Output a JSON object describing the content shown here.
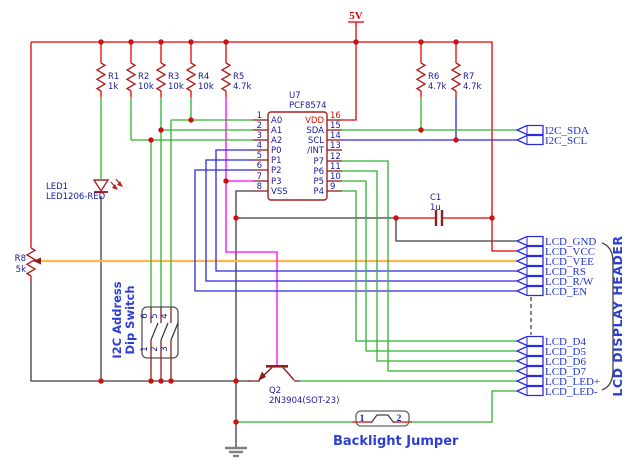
{
  "power": {
    "label": "5V"
  },
  "components": {
    "ic": {
      "ref": "U7",
      "part": "PCF8574",
      "left_pins": [
        {
          "num": "1",
          "name": "A0"
        },
        {
          "num": "2",
          "name": "A1"
        },
        {
          "num": "3",
          "name": "A2"
        },
        {
          "num": "4",
          "name": "P0"
        },
        {
          "num": "5",
          "name": "P1"
        },
        {
          "num": "6",
          "name": "P2"
        },
        {
          "num": "7",
          "name": "P3"
        },
        {
          "num": "8",
          "name": "VSS"
        }
      ],
      "right_pins": [
        {
          "num": "16",
          "name": "VDD"
        },
        {
          "num": "15",
          "name": "SDA"
        },
        {
          "num": "14",
          "name": "SCL"
        },
        {
          "num": "13",
          "name": "/INT"
        },
        {
          "num": "12",
          "name": "P7"
        },
        {
          "num": "11",
          "name": "P6"
        },
        {
          "num": "10",
          "name": "P5"
        },
        {
          "num": "9",
          "name": "P4"
        }
      ]
    },
    "resistors": [
      {
        "ref": "R1",
        "value": "1k"
      },
      {
        "ref": "R2",
        "value": "10k"
      },
      {
        "ref": "R3",
        "value": "10k"
      },
      {
        "ref": "R4",
        "value": "10k"
      },
      {
        "ref": "R5",
        "value": "4.7k"
      },
      {
        "ref": "R6",
        "value": "4.7k"
      },
      {
        "ref": "R7",
        "value": "4.7k"
      }
    ],
    "potentiometer": {
      "ref": "R8",
      "value": "5k"
    },
    "led": {
      "ref": "LED1",
      "part": "LED1206-RED"
    },
    "capacitor": {
      "ref": "C1",
      "value": "1u"
    },
    "transistor": {
      "ref": "Q2",
      "part": "2N3904(SOT-23)"
    },
    "dip_switch": {
      "label_line1": "I2C Address",
      "label_line2": "Dip Switch",
      "top_pin_numbers": [
        "6",
        "5",
        "4"
      ],
      "bottom_pin_numbers": [
        "1",
        "2",
        "3"
      ]
    },
    "jumper": {
      "label": "Backlight Jumper",
      "pin_numbers": [
        "1",
        "2"
      ]
    }
  },
  "net_flags": {
    "i2c": [
      "I2C_SDA",
      "I2C_SCL"
    ],
    "lcd_top": [
      "LCD_GND",
      "LCD_VCC",
      "LCD_VEE",
      "LCD_RS",
      "LCD_R/W",
      "LCD_EN"
    ],
    "lcd_bottom": [
      "LCD_D4",
      "LCD_D5",
      "LCD_D6",
      "LCD_D7",
      "LCD_LED+",
      "LCD_LED-"
    ],
    "lcd_header_title": "LCD DISPLAY HEADER"
  },
  "colors": {
    "wire_red": "#e60000",
    "wire_green": "#2fb42f",
    "wire_blue": "#2b2be0",
    "wire_magenta": "#ff00ff",
    "wire_orange": "#ffb44d",
    "wire_black": "#3d3d3d",
    "component_outline": "#a02020",
    "junction_dot": "#cc1111",
    "component_label": "#1a1a99",
    "annotation_blue": "#2d3fd3",
    "net_label_blue": "#2233cc"
  }
}
